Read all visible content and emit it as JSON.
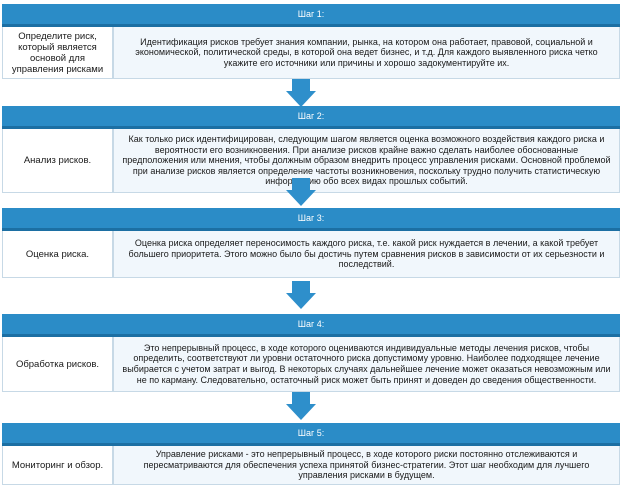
{
  "steps": [
    {
      "header": "Шаг 1:",
      "name": "Определите риск, который является основой для управления рисками",
      "text": "Идентификация рисков требует знания компании, рынка, на котором она работает, правовой, социальной и экономической, политической среды, в которой она ведет бизнес, и т.д. Для каждого выявленного риска четко укажите его источники или причины и хорошо задокументируйте их."
    },
    {
      "header": "Шаг 2:",
      "name": "Анализ рисков.",
      "text": "Как только риск идентифицирован, следующим шагом является оценка возможного воздействия каждого риска и вероятности его возникновения. При анализе рисков крайне важно сделать наиболее обоснованные предположения или мнения, чтобы должным образом внедрить процесс управления рисками. Основной проблемой при анализе рисков является определение частоты возникновения, поскольку трудно получить статистическую информацию обо всех видах прошлых событий."
    },
    {
      "header": "Шаг 3:",
      "name": "Оценка риска.",
      "text": "Оценка риска определяет переносимость каждого риска, т.е. какой риск нуждается в лечении, а какой требует большего приоритета. Этого можно было бы достичь путем сравнения рисков в зависимости от их серьезности и последствий."
    },
    {
      "header": "Шаг 4:",
      "name": "Обработка рисков.",
      "text": "Это непрерывный процесс, в ходе которого оцениваются индивидуальные методы лечения рисков, чтобы определить, соответствуют ли уровни остаточного риска допустимому уровню. Наиболее подходящее лечение выбирается с учетом затрат и выгод. В некоторых случаях дальнейшее лечение может оказаться невозможным или не по карману. Следовательно, остаточный риск может быть принят и доведен до сведения общественности."
    },
    {
      "header": "Шаг 5:",
      "name": "Мониторинг и обзор.",
      "text": "Управление рисками - это непрерывный процесс, в ходе которого риски постоянно отслеживаются и пересматриваются для обеспечения успеха принятой бизнес-стратегии. Этот шаг необходим для лучшего управления рисками в будущем."
    }
  ],
  "colors": {
    "header_bar": "#2b8cc7",
    "header_border": "#1c6fa3",
    "description_bg": "#f1f7fc",
    "arrow": "#2e8fcb"
  },
  "icons": {
    "connector": "down-arrow-icon"
  }
}
